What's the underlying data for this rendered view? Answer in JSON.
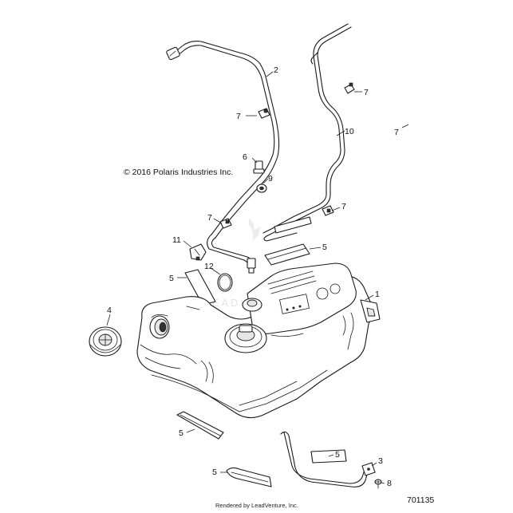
{
  "diagram": {
    "copyright": "© 2016 Polaris Industries Inc.",
    "footer": "Rendered by LeadVenture, Inc.",
    "part_number": "701135",
    "watermark": "LEADVENTURE",
    "callouts": [
      {
        "id": "c1",
        "label": "1"
      },
      {
        "id": "c2",
        "label": "2"
      },
      {
        "id": "c3",
        "label": "3"
      },
      {
        "id": "c4",
        "label": "4"
      },
      {
        "id": "c5a",
        "label": "5"
      },
      {
        "id": "c5b",
        "label": "5"
      },
      {
        "id": "c5c",
        "label": "5"
      },
      {
        "id": "c5d",
        "label": "5"
      },
      {
        "id": "c5e",
        "label": "5"
      },
      {
        "id": "c6",
        "label": "6"
      },
      {
        "id": "c7a",
        "label": "7"
      },
      {
        "id": "c7b",
        "label": "7"
      },
      {
        "id": "c7c",
        "label": "7"
      },
      {
        "id": "c7d",
        "label": "7"
      },
      {
        "id": "c7e",
        "label": "7"
      },
      {
        "id": "c8",
        "label": "8"
      },
      {
        "id": "c9",
        "label": "9"
      },
      {
        "id": "c10",
        "label": "10"
      },
      {
        "id": "c11",
        "label": "11"
      },
      {
        "id": "c12",
        "label": "12"
      }
    ]
  }
}
